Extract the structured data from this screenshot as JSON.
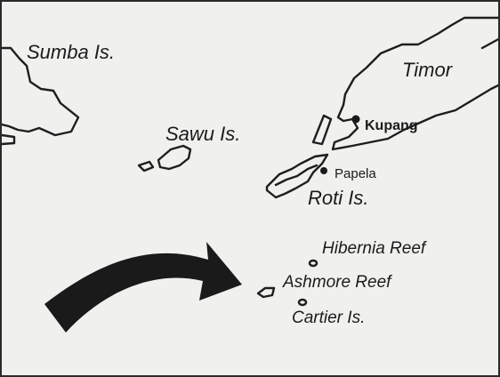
{
  "map": {
    "labels": {
      "sumba": "Sumba Is.",
      "timor": "Timor",
      "sawu": "Sawu Is.",
      "kupang": "Kupang",
      "papela": "Papela",
      "roti": "Roti Is.",
      "hibernia": "Hibernia Reef",
      "ashmore": "Ashmore Reef",
      "cartier": "Cartier Is."
    },
    "colors": {
      "background": "#f0f0ee",
      "ink": "#1e1e1e",
      "arrow": "#1a1a1a"
    },
    "icons": {
      "town_marker": "filled-dot",
      "direction_arrow": "curved-arrow"
    }
  }
}
